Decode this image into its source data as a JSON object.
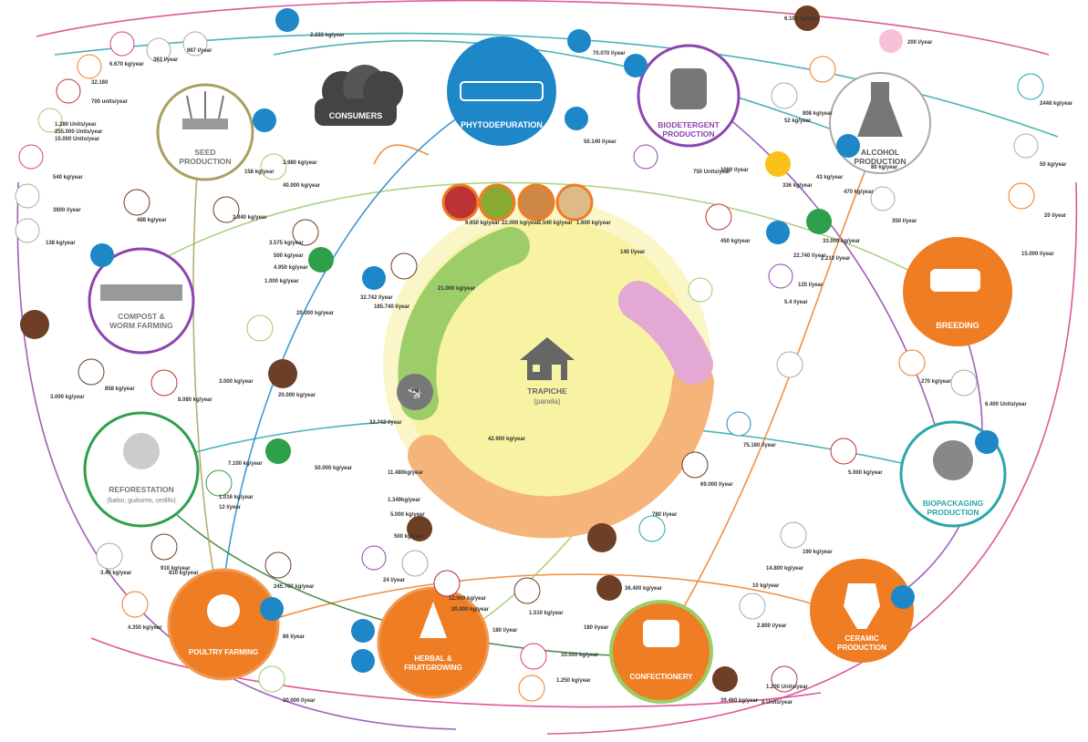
{
  "colors": {
    "orange": "#ef7d23",
    "blue": "#1d87c8",
    "green_dark": "#2e7d32",
    "green_light": "#9ccd68",
    "purple": "#8e44ad",
    "teal": "#2aa6a8",
    "pink": "#d93a8c",
    "brown": "#6d3f24",
    "yellow_center": "#f8f3a2",
    "peach": "#f5b47a",
    "olive": "#a8a060"
  },
  "center": {
    "title": "TRAPICHE",
    "subtitle": "(panela)"
  },
  "nodes": {
    "consumers": "CONSUMERS",
    "phyto": "PHYTODEPURATION",
    "biodetergent": [
      "BIODETERGENT",
      "PRODUCTION"
    ],
    "alcohol": [
      "ALCOHOL",
      "PRODUCTION"
    ],
    "seed": [
      "SEED",
      "PRODUCTION"
    ],
    "compost": [
      "COMPOST &",
      "WORM FARMING"
    ],
    "breeding": "BREEDING",
    "reforestation": [
      "REFORESTATION",
      "(balso, guásimo, cedillo)"
    ],
    "biopackaging": [
      "BIOPACKAGING",
      "PRODUCTION"
    ],
    "poultry": "POULTRY FARMING",
    "herbal": [
      "HERBAL &",
      "FRUITGROWING"
    ],
    "confectionery": "CONFECTIONERY",
    "ceramic": [
      "CERAMIC",
      "PRODUCTION"
    ]
  },
  "flow_labels": [
    "2.222 kg/year",
    "6.670 kg/year",
    "363 l/year",
    "967 l/year",
    "32.160",
    "700 units/year",
    "1.280 Units/year",
    "255.000 Units/year",
    "15.000 Units/year",
    "540 kg/year",
    "3600 l/year",
    "138 kg/year",
    "3.980 kg/year",
    "40.000 kg/year",
    "158 kg/year",
    "488 kg/year",
    "3.940 kg/year",
    "3.575 kg/year",
    "500 kg/year",
    "4.950 kg/year",
    "1.000 kg/year",
    "20.000 kg/year",
    "3.000 kg/year",
    "858 kg/year",
    "8.080 kg/year",
    "20.000 kg/year",
    "3.000 kg/year",
    "70.070 l/year",
    "50.140 l/year",
    "9.650 kg/year",
    "22.000 kg/year",
    "2.540 kg/year",
    "1.600 kg/year",
    "21.000 kg/year",
    "32.742 l/year",
    "185.740 l/year",
    "140 l/year",
    "750 Units/year",
    "1080 l/year",
    "808 kg/year",
    "52 kg/year",
    "336 kg/year",
    "43 kg/year",
    "450 kg/year",
    "33.000 kg/year",
    "2.210 l/year",
    "350 l/year",
    "470 kg/year",
    "80 kg/year",
    "22.740 l/year",
    "5.4 l/year",
    "125 l/year",
    "6.100 kg/year",
    "200 l/year",
    "2448 kg/year",
    "50 kg/year",
    "15.000 l/year",
    "20 l/year",
    "270 kg/year",
    "6.400 Units/year",
    "5.000 kg/year",
    "32.742 l/year",
    "42.900 kg/year",
    "11.480kg/year",
    "1.349kg/year",
    "5.000 kg/year",
    "50.000 kg/year",
    "7.100 kg/year",
    "12 l/year",
    "1.016 kg/year",
    "910 kg/year",
    "500 kg/year",
    "12.000 kg/year",
    "20.000 kg/year",
    "3.40 kg/year",
    "810 kg/year",
    "4.350 kg/year",
    "245.700 kg/year",
    "24 l/year",
    "86 l/year",
    "1.510 kg/year",
    "36.400 kg/year",
    "780 l/year",
    "75.180 l/year",
    "69.000 l/year",
    "190 kg/year",
    "14.800 kg/year",
    "10 kg/year",
    "2.800 l/year",
    "180 l/year",
    "180 l/year",
    "10.000 kg/year",
    "1.250 kg/year",
    "39.460 kg/year",
    "1.200 Units/year",
    "8 Units/year",
    "30.000 l/year"
  ]
}
